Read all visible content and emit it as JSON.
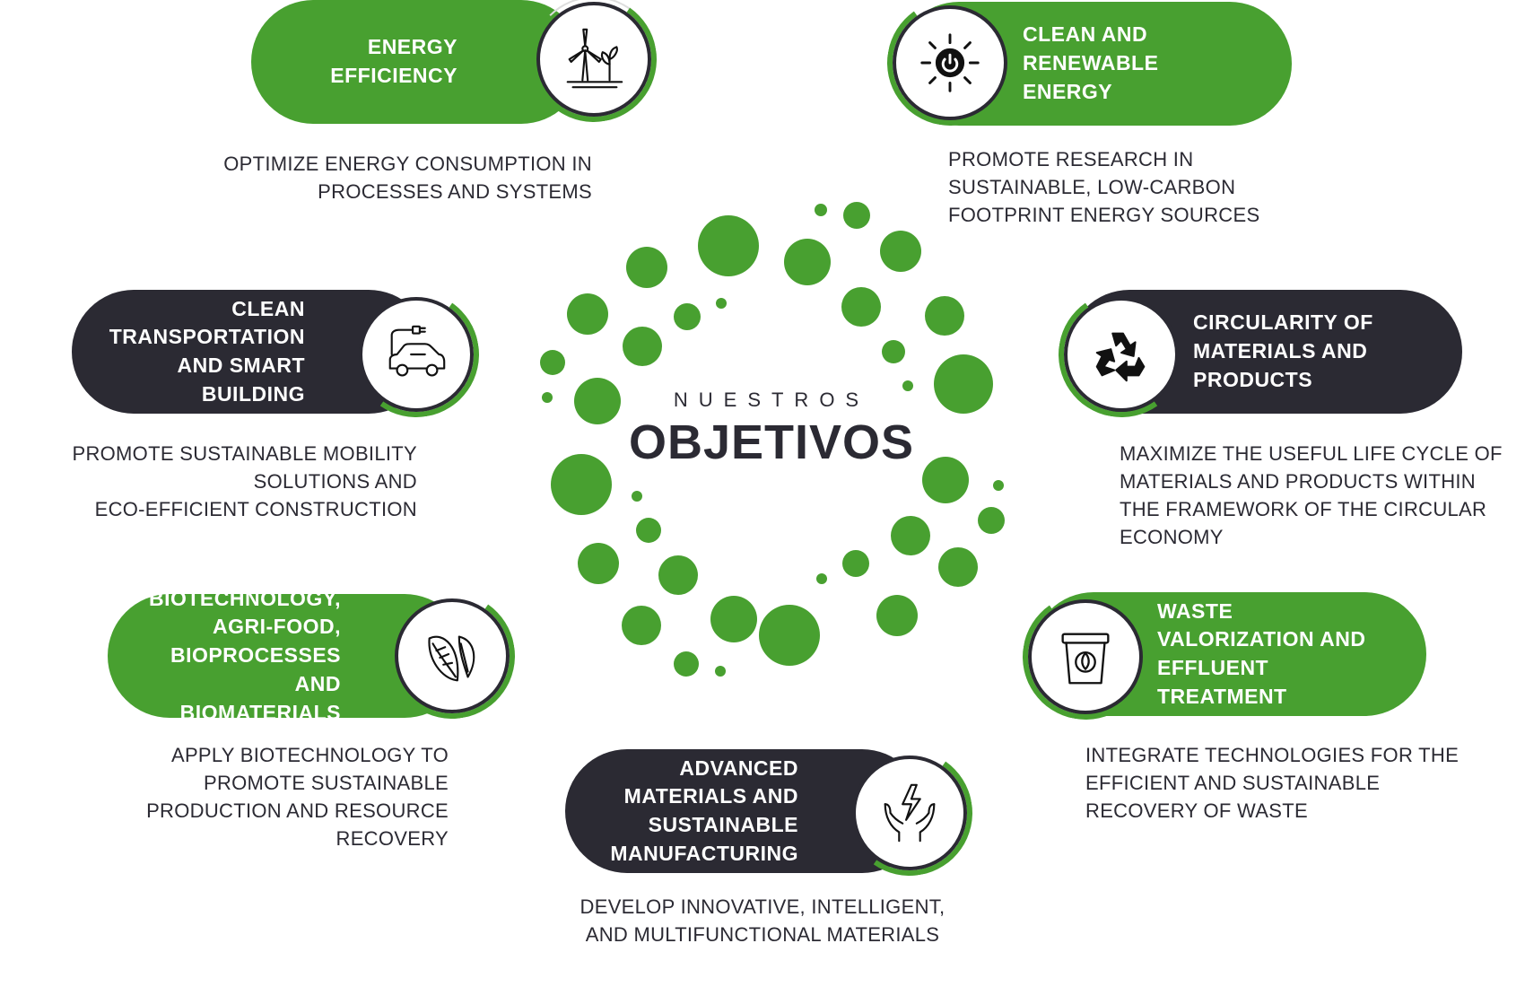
{
  "center": {
    "subtitle": "NUESTROS",
    "title": "OBJETIVOS"
  },
  "colors": {
    "green": "#48a030",
    "dark": "#2b2a33"
  },
  "objectives": [
    {
      "id": "energy-efficiency",
      "icon": "wind-turbine-plant-icon",
      "title": [
        "ENERGY",
        "EFFICIENCY"
      ],
      "description": [
        "OPTIMIZE ENERGY CONSUMPTION IN",
        "PROCESSES AND SYSTEMS"
      ]
    },
    {
      "id": "clean-renewable-energy",
      "icon": "sun-power-icon",
      "title": [
        "CLEAN AND",
        "RENEWABLE",
        "ENERGY"
      ],
      "description": [
        "PROMOTE RESEARCH IN",
        "SUSTAINABLE, LOW-CARBON",
        "FOOTPRINT ENERGY SOURCES"
      ]
    },
    {
      "id": "clean-transportation",
      "icon": "electric-car-icon",
      "title": [
        "CLEAN",
        "TRANSPORTATION",
        "AND SMART",
        "BUILDING"
      ],
      "description": [
        "PROMOTE SUSTAINABLE MOBILITY",
        "SOLUTIONS AND",
        "ECO-EFFICIENT CONSTRUCTION"
      ]
    },
    {
      "id": "circularity",
      "icon": "recycle-icon",
      "title": [
        "CIRCULARITY OF",
        "MATERIALS AND",
        "PRODUCTS"
      ],
      "description": [
        "MAXIMIZE THE USEFUL LIFE CYCLE OF",
        "MATERIALS AND PRODUCTS WITHIN",
        "THE FRAMEWORK OF THE CIRCULAR",
        "ECONOMY"
      ]
    },
    {
      "id": "biotechnology",
      "icon": "dna-leaf-icon",
      "title": [
        "BIOTECHNOLOGY,",
        "AGRI-FOOD,",
        "BIOPROCESSES AND",
        "BIOMATERIALS"
      ],
      "description": [
        "APPLY BIOTECHNOLOGY TO",
        "PROMOTE SUSTAINABLE",
        "PRODUCTION AND RESOURCE",
        "RECOVERY"
      ]
    },
    {
      "id": "waste-valorization",
      "icon": "waste-bin-icon",
      "title": [
        "WASTE",
        "VALORIZATION AND",
        "EFFLUENT",
        "TREATMENT"
      ],
      "description": [
        "INTEGRATE TECHNOLOGIES FOR THE",
        "EFFICIENT AND SUSTAINABLE",
        "RECOVERY OF WASTE"
      ]
    },
    {
      "id": "advanced-materials",
      "icon": "hands-energy-icon",
      "title": [
        "ADVANCED",
        "MATERIALS AND",
        "SUSTAINABLE",
        "MANUFACTURING"
      ],
      "description": [
        "DEVELOP INNOVATIVE, INTELLIGENT,",
        "AND MULTIFUNCTIONAL MATERIALS"
      ]
    }
  ]
}
